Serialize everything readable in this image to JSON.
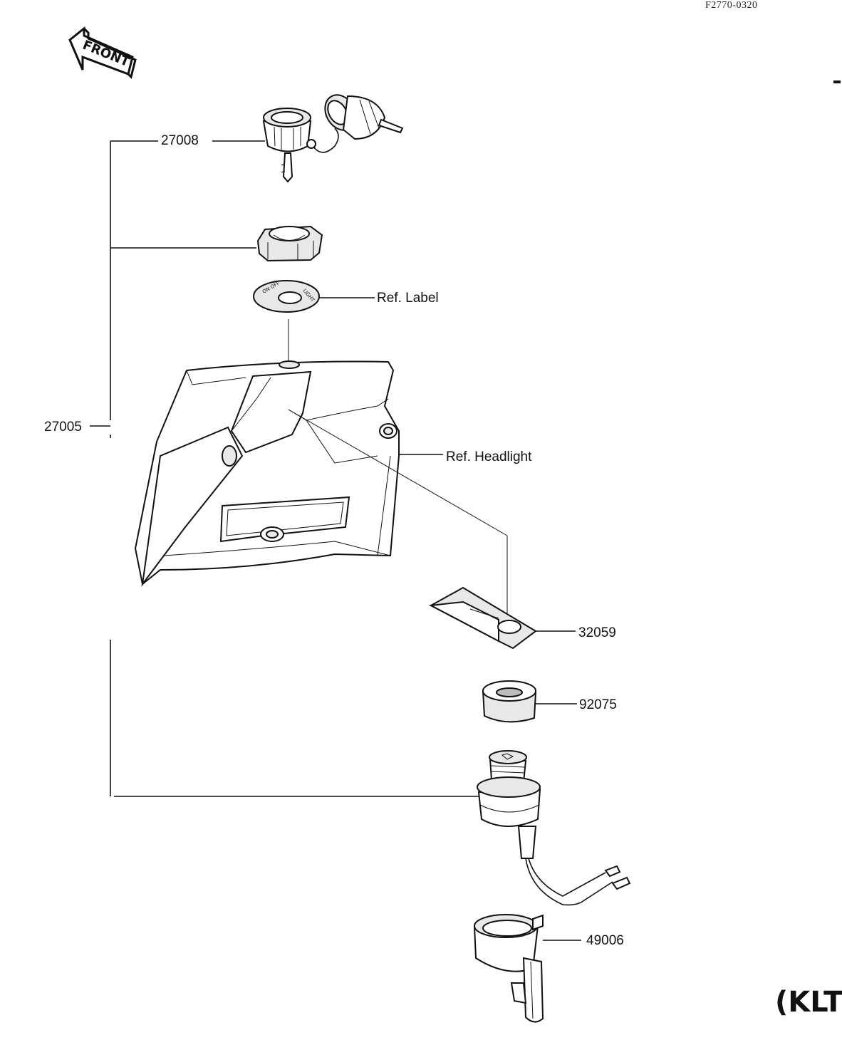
{
  "drawing_code": "F2770-0320",
  "model_partial": "(KLT",
  "front_arrow": {
    "text": "FRONT",
    "icon": "front-direction-arrow-icon"
  },
  "callouts": {
    "p27008": "27008",
    "p27005": "27005",
    "ref_label": "Ref. Label",
    "ref_headlight": "Ref. Headlight",
    "p32059": "32059",
    "p92075": "92075",
    "p49006": "49006"
  }
}
